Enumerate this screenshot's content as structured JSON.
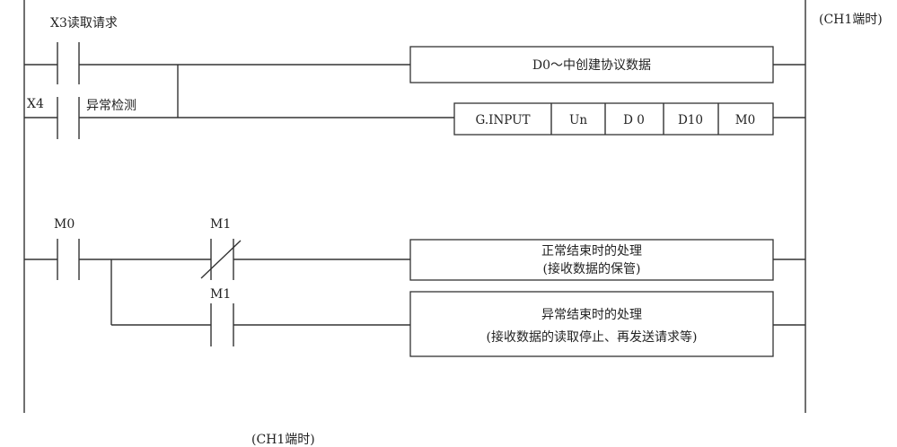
{
  "corner_note": "(CH1端时)",
  "bottom_note": "(CH1端时)",
  "rung1": {
    "contact_top_label": "X3读取请求",
    "contact_bottom_label_device": "X4",
    "contact_bottom_label_text": "异常检测",
    "box1_text": "D0～中创建协议数据",
    "instruction": {
      "name": "G.INPUT",
      "args": [
        "Un",
        "D 0",
        "D10",
        "M0"
      ]
    }
  },
  "rung2": {
    "contact_m0_label": "M0",
    "contact_m1_nc_label": "M1",
    "contact_m1_no_label": "M1",
    "box_normal_line1": "正常结束时的处理",
    "box_normal_line2": "(接收数据的保管)",
    "box_error_line1": "异常结束时的处理",
    "box_error_line2": "(接收数据的读取停止、再发送请求等)"
  }
}
